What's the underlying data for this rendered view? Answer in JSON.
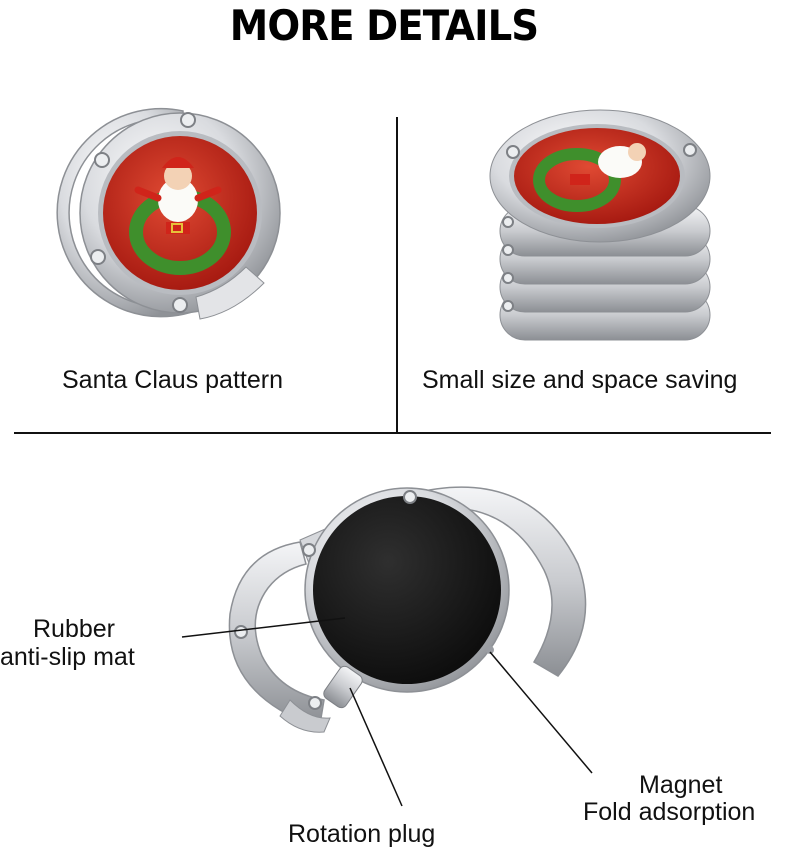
{
  "header": {
    "title": "MORE DETAILS"
  },
  "panels": {
    "top_left_caption": "Santa Claus pattern",
    "top_right_caption": "Small size and space saving"
  },
  "callouts": {
    "rubber": [
      "Rubber",
      "anti-slip mat"
    ],
    "magnet": [
      "Magnet",
      "Fold adsorption"
    ],
    "rotation": "Rotation plug"
  },
  "colors": {
    "metal": "#d7d9dd",
    "metal_dark": "#9a9da3",
    "santa_red": "#c0281c",
    "wreath": "#3f8f2c",
    "rubber": "#1b1b1b"
  }
}
